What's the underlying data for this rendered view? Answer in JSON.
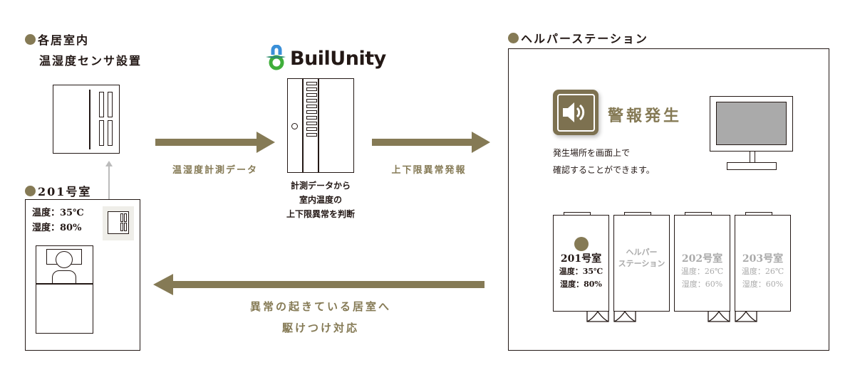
{
  "left": {
    "title_line1": "各居室内",
    "title_line2": "温湿度センサ設置"
  },
  "room201": {
    "title": "201号室",
    "temp": "温度：35℃",
    "hum": "湿度：80%"
  },
  "arrow1_label": "温湿度計測データ",
  "logo": {
    "text": "BuilUnity"
  },
  "server_caption": [
    "計測データから",
    "室内温度の",
    "上下限異常を判断"
  ],
  "arrow2_label": "上下限異常発報",
  "return_label": [
    "異常の起きている居室へ",
    "駆けつけ対応"
  ],
  "helper": {
    "title": "ヘルパーステーション",
    "alarm": "警報発生",
    "desc": [
      "発生場所を画面上で",
      "確認することができます。"
    ],
    "rooms": [
      {
        "name": "201号室",
        "temp": "温度：35℃",
        "hum": "湿度：80%",
        "alert": true
      },
      {
        "name": "ヘルパー",
        "name2": "ステーション"
      },
      {
        "name": "202号室",
        "temp": "温度：26℃",
        "hum": "湿度：60%"
      },
      {
        "name": "203号室",
        "temp": "温度：26℃",
        "hum": "湿度：60%"
      }
    ]
  },
  "colors": {
    "accent": "#857a55",
    "logo_blue": "#3a8fd8",
    "logo_green": "#3fae3a"
  }
}
